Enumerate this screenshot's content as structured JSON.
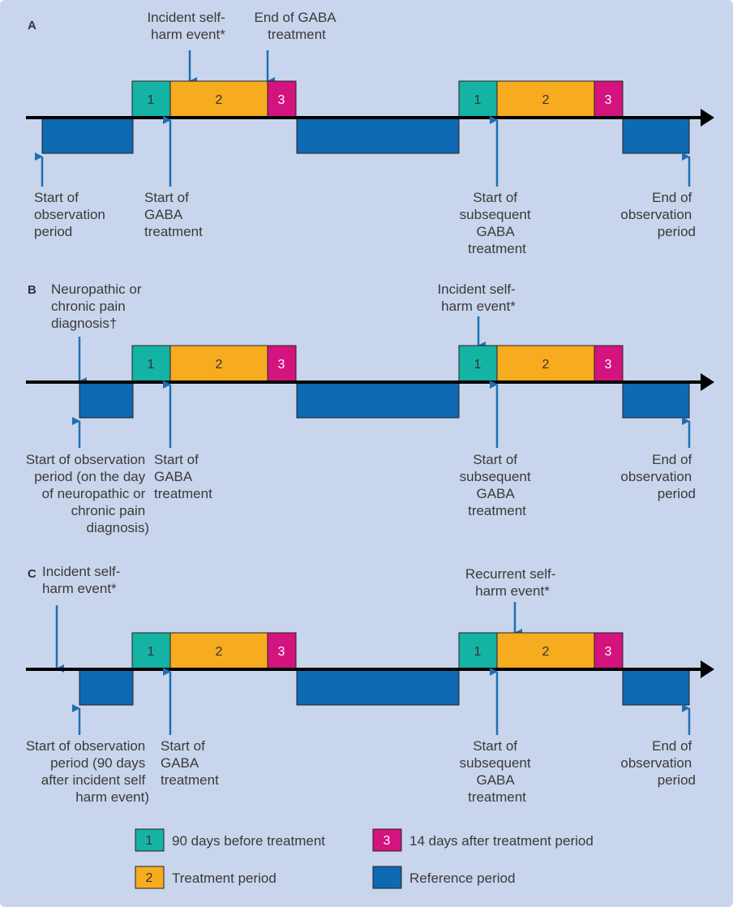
{
  "colors": {
    "background": "#c9d5ec",
    "axis": "#000000",
    "arrow": "#1f6fb2",
    "period1": "#15b3a3",
    "period2": "#f7ab1f",
    "period3": "#d3137e",
    "reference": "#0e69b3"
  },
  "panels": [
    {
      "letter": "A",
      "boxes": {
        "p1": "1",
        "p2": "2",
        "p3": "3",
        "q1": "1",
        "q2": "2",
        "q3": "3"
      },
      "top_labels": [
        [
          "Incident self-",
          "harm event*"
        ],
        [
          "End of GABA",
          "treatment"
        ]
      ],
      "bottom_labels": [
        [
          "Start of",
          "observation",
          "period"
        ],
        [
          "Start of",
          "GABA",
          "treatment"
        ],
        [
          "Start of",
          "subsequent",
          "GABA",
          "treatment"
        ],
        [
          "End of",
          "observation",
          "period"
        ]
      ]
    },
    {
      "letter": "B",
      "boxes": {
        "p1": "1",
        "p2": "2",
        "p3": "3",
        "q1": "1",
        "q2": "2",
        "q3": "3"
      },
      "top_labels": [
        [
          "Neuropathic or",
          "chronic pain",
          "diagnosis†"
        ],
        [
          "Incident self-",
          "harm event*"
        ]
      ],
      "bottom_labels": [
        [
          "Start of observation",
          "period (on the day",
          "of neuropathic or",
          "chronic pain",
          "diagnosis)"
        ],
        [
          "Start of",
          "GABA",
          "treatment"
        ],
        [
          "Start of",
          "subsequent",
          "GABA",
          "treatment"
        ],
        [
          "End of",
          "observation",
          "period"
        ]
      ]
    },
    {
      "letter": "C",
      "boxes": {
        "p1": "1",
        "p2": "2",
        "p3": "3",
        "q1": "1",
        "q2": "2",
        "q3": "3"
      },
      "top_labels": [
        [
          "Incident self-",
          "harm event*"
        ],
        [
          "Recurrent self-",
          "harm event*"
        ]
      ],
      "bottom_labels": [
        [
          "Start of observation",
          "period (90 days",
          "after incident self",
          "harm event)"
        ],
        [
          "Start of",
          "GABA",
          "treatment"
        ],
        [
          "Start of",
          "subsequent",
          "GABA",
          "treatment"
        ],
        [
          "End of",
          "observation",
          "period"
        ]
      ]
    }
  ],
  "legend": [
    {
      "key": "1",
      "label": "90 days before treatment"
    },
    {
      "key": "3",
      "label": "14 days after treatment period"
    },
    {
      "key": "2",
      "label": "Treatment period"
    },
    {
      "key": "",
      "label": "Reference period"
    }
  ]
}
